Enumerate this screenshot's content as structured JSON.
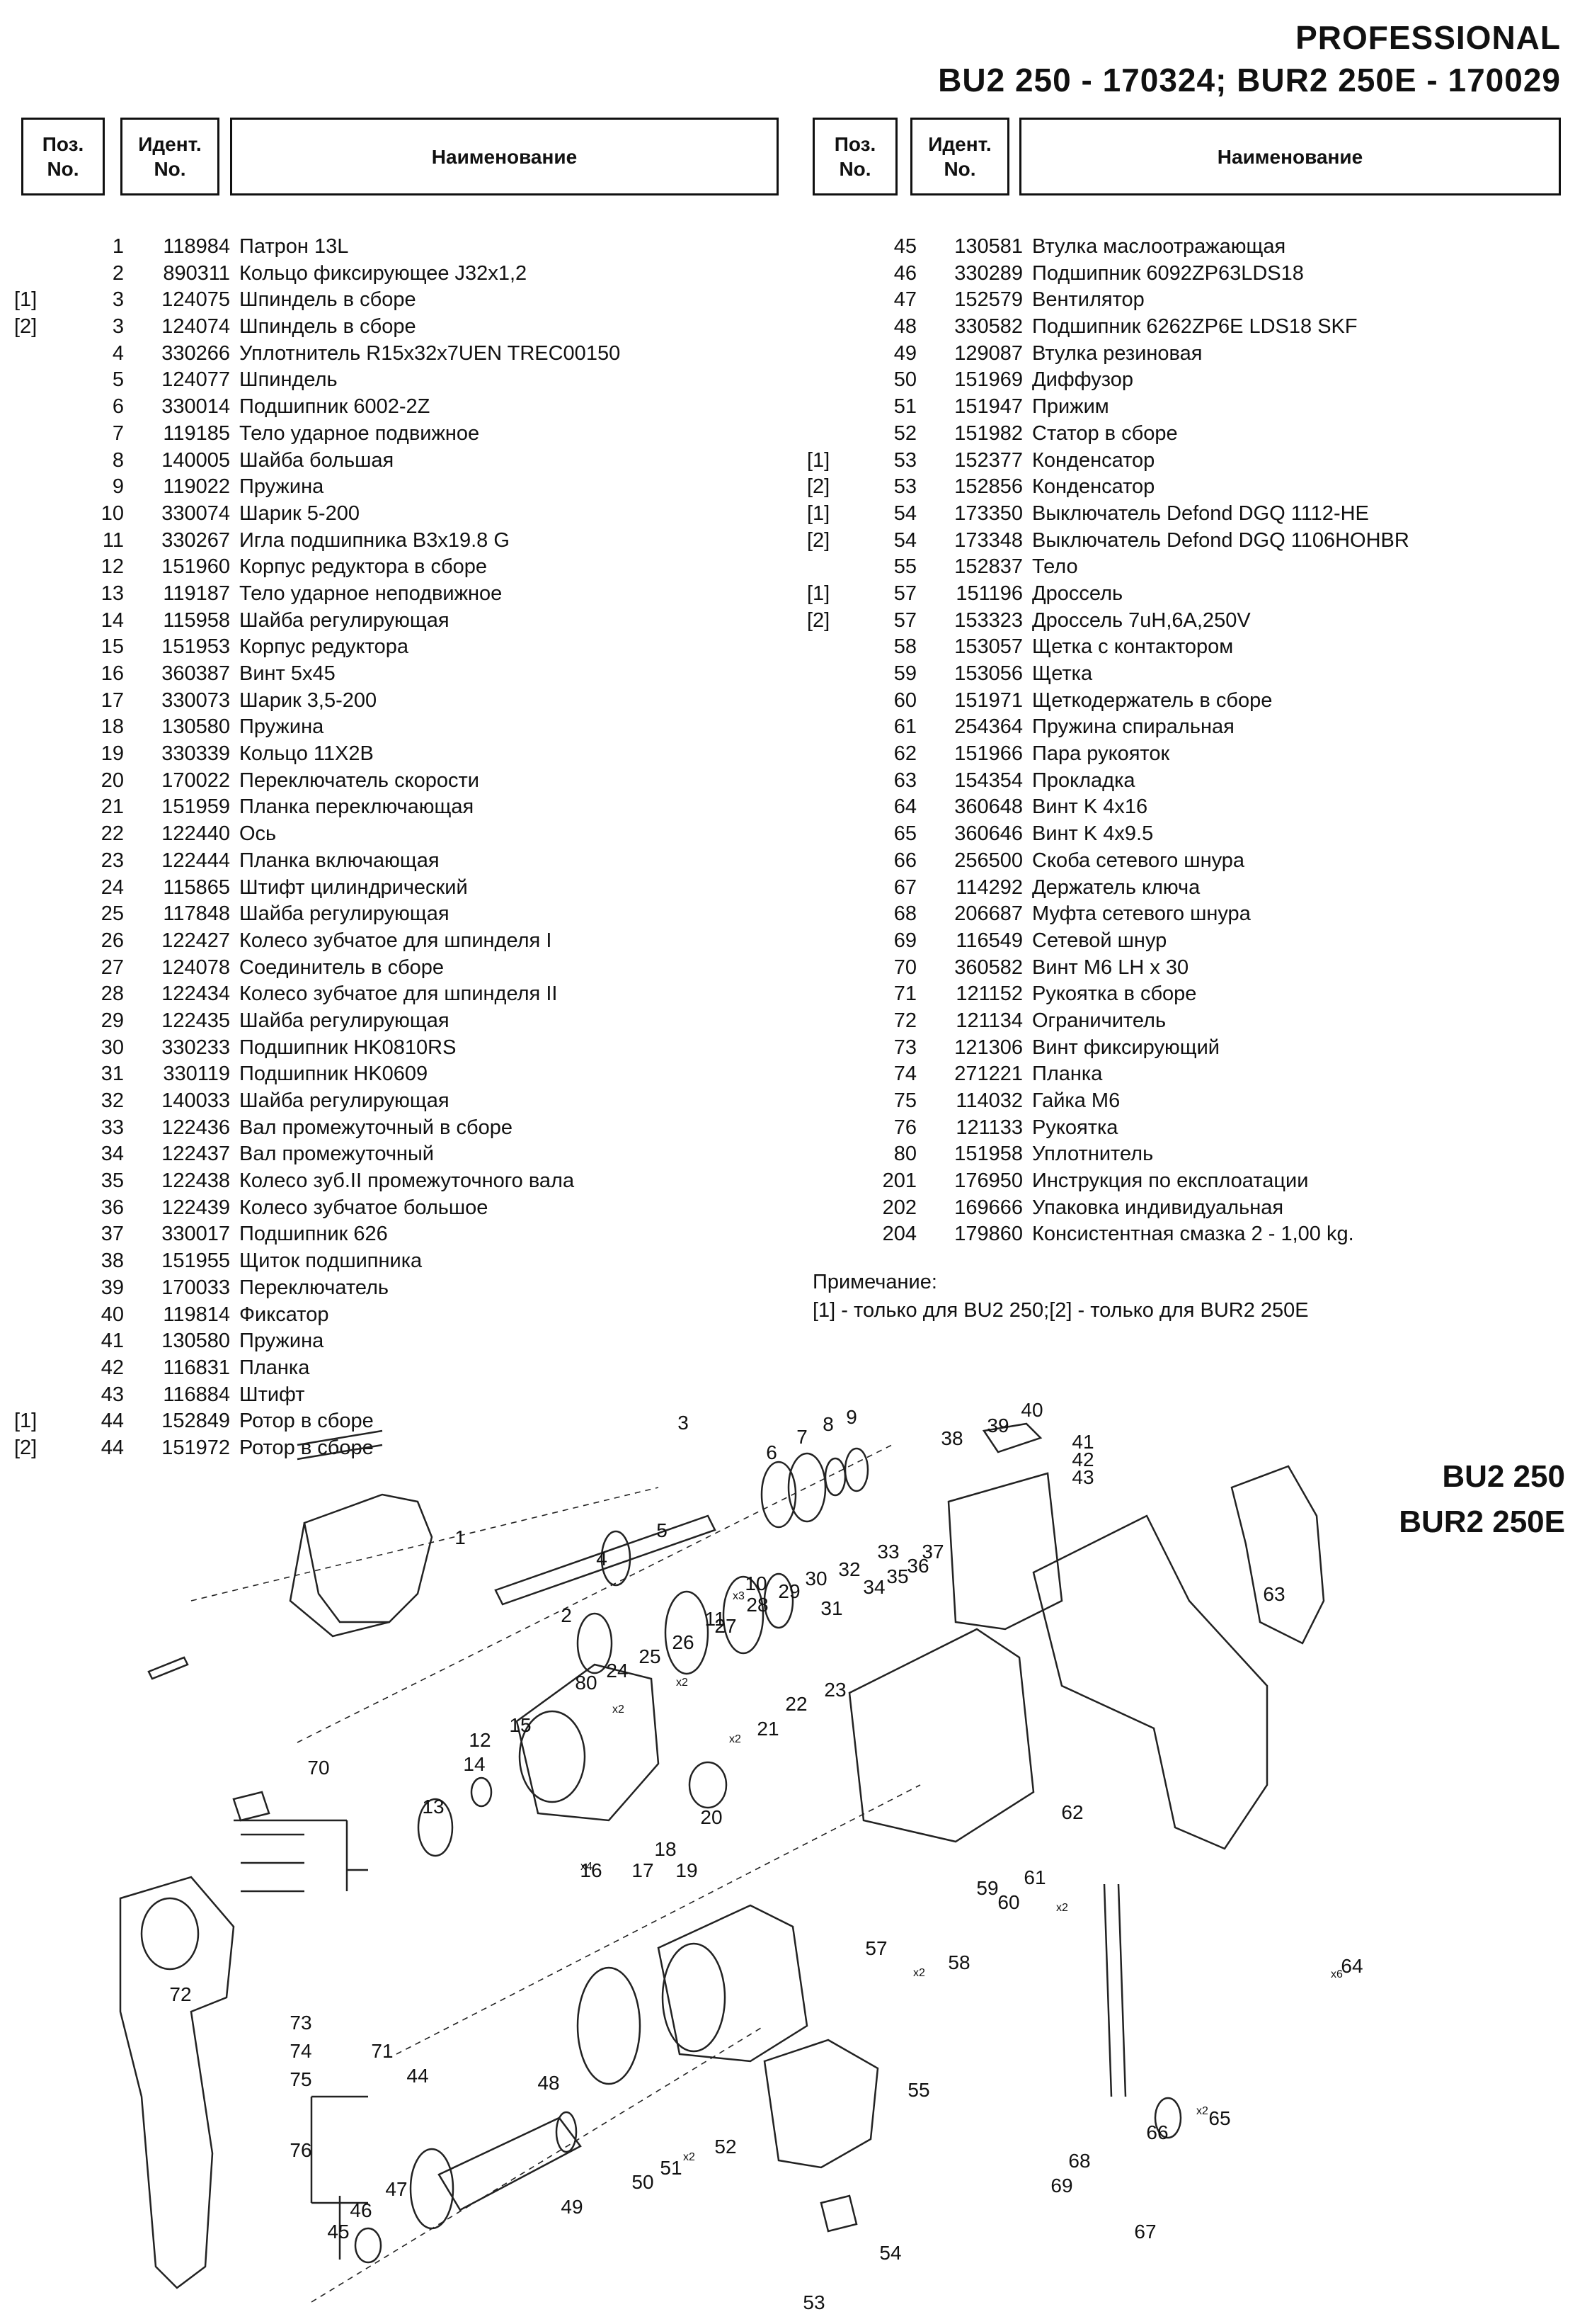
{
  "header": {
    "line1": "PROFESSIONAL",
    "line2": "BU2 250 - 170324; BUR2 250E - 170029"
  },
  "table_header": {
    "pos": "Поз.\nNo.",
    "ident": "Идент.\nNo.",
    "name": "Наименование"
  },
  "parts_left": [
    {
      "note": "",
      "pos": "1",
      "ident": "118984",
      "name": "Патрон 13L"
    },
    {
      "note": "",
      "pos": "2",
      "ident": "890311",
      "name": "Кольцо фиксирующее J32x1,2"
    },
    {
      "note": "[1]",
      "pos": "3",
      "ident": "124075",
      "name": "Шпиндель в сборе"
    },
    {
      "note": "[2]",
      "pos": "3",
      "ident": "124074",
      "name": "Шпиндель в сборе"
    },
    {
      "note": "",
      "pos": "4",
      "ident": "330266",
      "name": "Уплотнитель R15x32x7UEN TREC00150"
    },
    {
      "note": "",
      "pos": "5",
      "ident": "124077",
      "name": "Шпиндель"
    },
    {
      "note": "",
      "pos": "6",
      "ident": "330014",
      "name": "Подшипник 6002-2Z"
    },
    {
      "note": "",
      "pos": "7",
      "ident": "119185",
      "name": "Тело ударное подвижное"
    },
    {
      "note": "",
      "pos": "8",
      "ident": "140005",
      "name": "Шайба большая"
    },
    {
      "note": "",
      "pos": "9",
      "ident": "119022",
      "name": "Пружина"
    },
    {
      "note": "",
      "pos": "10",
      "ident": "330074",
      "name": "Шарик 5-200"
    },
    {
      "note": "",
      "pos": "11",
      "ident": "330267",
      "name": "Игла подшипника B3x19.8 G"
    },
    {
      "note": "",
      "pos": "12",
      "ident": "151960",
      "name": "Корпус редуктора в сборе"
    },
    {
      "note": "",
      "pos": "13",
      "ident": "119187",
      "name": "Тело ударное неподвижное"
    },
    {
      "note": "",
      "pos": "14",
      "ident": "115958",
      "name": "Шайба регулирующая"
    },
    {
      "note": "",
      "pos": "15",
      "ident": "151953",
      "name": "Корпус редуктора"
    },
    {
      "note": "",
      "pos": "16",
      "ident": "360387",
      "name": "Винт 5x45"
    },
    {
      "note": "",
      "pos": "17",
      "ident": "330073",
      "name": "Шарик 3,5-200"
    },
    {
      "note": "",
      "pos": "18",
      "ident": "130580",
      "name": "Пружина"
    },
    {
      "note": "",
      "pos": "19",
      "ident": "330339",
      "name": "Кольцо 11X2B"
    },
    {
      "note": "",
      "pos": "20",
      "ident": "170022",
      "name": "Переключатель скорости"
    },
    {
      "note": "",
      "pos": "21",
      "ident": "151959",
      "name": "Планка переключающая"
    },
    {
      "note": "",
      "pos": "22",
      "ident": "122440",
      "name": "Ось"
    },
    {
      "note": "",
      "pos": "23",
      "ident": "122444",
      "name": "Планка включающая"
    },
    {
      "note": "",
      "pos": "24",
      "ident": "115865",
      "name": "Штифт цилиндрический"
    },
    {
      "note": "",
      "pos": "25",
      "ident": "117848",
      "name": "Шайба регулирующая"
    },
    {
      "note": "",
      "pos": "26",
      "ident": "122427",
      "name": "Колесо зубчатое для шпинделя I"
    },
    {
      "note": "",
      "pos": "27",
      "ident": "124078",
      "name": "Соединитель в сборе"
    },
    {
      "note": "",
      "pos": "28",
      "ident": "122434",
      "name": "Колесо зубчатое для шпинделя II"
    },
    {
      "note": "",
      "pos": "29",
      "ident": "122435",
      "name": "Шайба регулирующая"
    },
    {
      "note": "",
      "pos": "30",
      "ident": "330233",
      "name": "Подшипник HK0810RS"
    },
    {
      "note": "",
      "pos": "31",
      "ident": "330119",
      "name": "Подшипник HK0609"
    },
    {
      "note": "",
      "pos": "32",
      "ident": "140033",
      "name": "Шайба регулирующая"
    },
    {
      "note": "",
      "pos": "33",
      "ident": "122436",
      "name": "Вал промежуточный в сборе"
    },
    {
      "note": "",
      "pos": "34",
      "ident": "122437",
      "name": "Вал промежуточный"
    },
    {
      "note": "",
      "pos": "35",
      "ident": "122438",
      "name": "Колесо зуб.II промежуточного вала"
    },
    {
      "note": "",
      "pos": "36",
      "ident": "122439",
      "name": "Колесо зубчатое большое"
    },
    {
      "note": "",
      "pos": "37",
      "ident": "330017",
      "name": "Подшипник 626"
    },
    {
      "note": "",
      "pos": "38",
      "ident": "151955",
      "name": "Щиток подшипника"
    },
    {
      "note": "",
      "pos": "39",
      "ident": "170033",
      "name": "Переключатель"
    },
    {
      "note": "",
      "pos": "40",
      "ident": "119814",
      "name": "Фиксатор"
    },
    {
      "note": "",
      "pos": "41",
      "ident": "130580",
      "name": "Пружина"
    },
    {
      "note": "",
      "pos": "42",
      "ident": "116831",
      "name": "Планка"
    },
    {
      "note": "",
      "pos": "43",
      "ident": "116884",
      "name": "Штифт"
    },
    {
      "note": "[1]",
      "pos": "44",
      "ident": "152849",
      "name": "Ротор в сборе"
    },
    {
      "note": "[2]",
      "pos": "44",
      "ident": "151972",
      "name": "Ротор в сборе"
    }
  ],
  "parts_right": [
    {
      "note": "",
      "pos": "45",
      "ident": "130581",
      "name": "Втулка маслоотражающая"
    },
    {
      "note": "",
      "pos": "46",
      "ident": "330289",
      "name": "Подшипник 6092ZP63LDS18"
    },
    {
      "note": "",
      "pos": "47",
      "ident": "152579",
      "name": "Вентилятор"
    },
    {
      "note": "",
      "pos": "48",
      "ident": "330582",
      "name": "Подшипник 6262ZP6E LDS18 SKF"
    },
    {
      "note": "",
      "pos": "49",
      "ident": "129087",
      "name": "Втулка резиновая"
    },
    {
      "note": "",
      "pos": "50",
      "ident": "151969",
      "name": "Диффузор"
    },
    {
      "note": "",
      "pos": "51",
      "ident": "151947",
      "name": "Прижим"
    },
    {
      "note": "",
      "pos": "52",
      "ident": "151982",
      "name": "Статор в сборе"
    },
    {
      "note": "[1]",
      "pos": "53",
      "ident": "152377",
      "name": "Конденсатор"
    },
    {
      "note": "[2]",
      "pos": "53",
      "ident": "152856",
      "name": "Конденсатор"
    },
    {
      "note": "[1]",
      "pos": "54",
      "ident": "173350",
      "name": "Выключатель Defond DGQ 1112-HE"
    },
    {
      "note": "[2]",
      "pos": "54",
      "ident": "173348",
      "name": "Выключатель Defond DGQ 1106HOHBR"
    },
    {
      "note": "",
      "pos": "55",
      "ident": "152837",
      "name": "Тело"
    },
    {
      "note": "[1]",
      "pos": "57",
      "ident": "151196",
      "name": "Дроссель"
    },
    {
      "note": "[2]",
      "pos": "57",
      "ident": "153323",
      "name": "Дроссель 7uH,6A,250V"
    },
    {
      "note": "",
      "pos": "58",
      "ident": "153057",
      "name": "Щетка с контактором"
    },
    {
      "note": "",
      "pos": "59",
      "ident": "153056",
      "name": "Щетка"
    },
    {
      "note": "",
      "pos": "60",
      "ident": "151971",
      "name": "Щеткодержатель в сборе"
    },
    {
      "note": "",
      "pos": "61",
      "ident": "254364",
      "name": "Пружина спиральная"
    },
    {
      "note": "",
      "pos": "62",
      "ident": "151966",
      "name": "Пара рукояток"
    },
    {
      "note": "",
      "pos": "63",
      "ident": "154354",
      "name": "Прокладка"
    },
    {
      "note": "",
      "pos": "64",
      "ident": "360648",
      "name": "Винт K 4x16"
    },
    {
      "note": "",
      "pos": "65",
      "ident": "360646",
      "name": "Винт K 4x9.5"
    },
    {
      "note": "",
      "pos": "66",
      "ident": "256500",
      "name": "Скоба сетевого шнура"
    },
    {
      "note": "",
      "pos": "67",
      "ident": "114292",
      "name": "Держатель ключа"
    },
    {
      "note": "",
      "pos": "68",
      "ident": "206687",
      "name": "Муфта сетевого шнура"
    },
    {
      "note": "",
      "pos": "69",
      "ident": "116549",
      "name": "Сетевой шнур"
    },
    {
      "note": "",
      "pos": "70",
      "ident": "360582",
      "name": "Винт M6 LH x 30"
    },
    {
      "note": "",
      "pos": "71",
      "ident": "121152",
      "name": "Рукоятка в сборе"
    },
    {
      "note": "",
      "pos": "72",
      "ident": "121134",
      "name": "Ограничитель"
    },
    {
      "note": "",
      "pos": "73",
      "ident": "121306",
      "name": "Винт фиксирующий"
    },
    {
      "note": "",
      "pos": "74",
      "ident": "271221",
      "name": "Планка"
    },
    {
      "note": "",
      "pos": "75",
      "ident": "114032",
      "name": "Гайка M6"
    },
    {
      "note": "",
      "pos": "76",
      "ident": "121133",
      "name": "Рукоятка"
    },
    {
      "note": "",
      "pos": "80",
      "ident": "151958",
      "name": "Уплотнитель"
    },
    {
      "note": "",
      "pos": "201",
      "ident": "176950",
      "name": "Инструкция по експлоатации"
    },
    {
      "note": "",
      "pos": "202",
      "ident": "169666",
      "name": "Упаковка индивидуальная"
    },
    {
      "note": "",
      "pos": "204",
      "ident": "179860",
      "name": "Консистентная смазка 2 - 1,00 kg."
    }
  ],
  "notes": {
    "title": "Примечание:",
    "text": "[1] - только для BU2 250;[2] - только для BUR2 250E"
  },
  "model_labels": {
    "line1": "BU2 250",
    "line2": "BUR2 250E"
  },
  "diagram_callouts": [
    "1",
    "2",
    "3",
    "4",
    "5",
    "6",
    "7",
    "8",
    "9",
    "10",
    "11",
    "12",
    "13",
    "14",
    "15",
    "16",
    "17",
    "18",
    "19",
    "20",
    "21",
    "22",
    "23",
    "24",
    "25",
    "26",
    "27",
    "28",
    "29",
    "30",
    "31",
    "32",
    "33",
    "34",
    "35",
    "36",
    "37",
    "38",
    "39",
    "40",
    "41",
    "42",
    "43",
    "44",
    "45",
    "46",
    "47",
    "48",
    "49",
    "50",
    "51",
    "52",
    "53",
    "54",
    "55",
    "57",
    "58",
    "59",
    "60",
    "61",
    "62",
    "63",
    "64",
    "65",
    "66",
    "67",
    "68",
    "69",
    "70",
    "71",
    "72",
    "73",
    "74",
    "75",
    "76",
    "80"
  ],
  "diagram_multipliers": [
    "x3",
    "x2",
    "x2",
    "x2",
    "x4",
    "x2",
    "x2",
    "x6",
    "x2",
    "x2"
  ]
}
